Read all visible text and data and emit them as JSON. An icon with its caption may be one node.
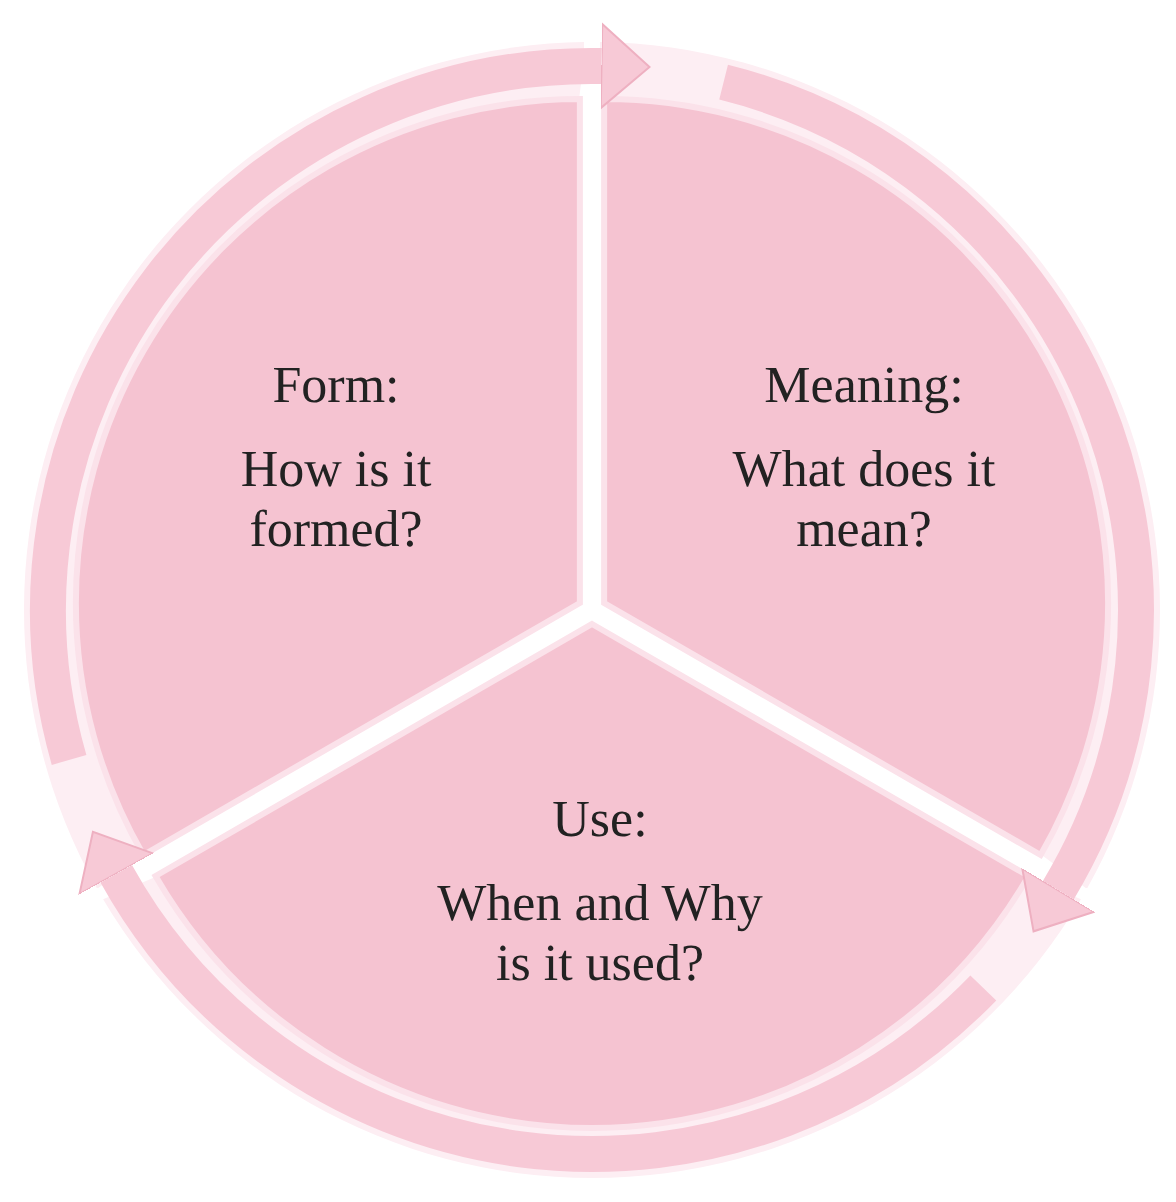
{
  "diagram": {
    "nodes": [
      {
        "text": [
          "Form:",
          "How is it formed?"
        ]
      },
      {
        "text": [
          "Meaning:",
          "What does it mean?"
        ]
      },
      {
        "text": [
          "Use:",
          "When and Why is it used?"
        ]
      }
    ],
    "edges": [
      {
        "from": 0,
        "to": 1,
        "arrow": "to"
      },
      {
        "from": 1,
        "to": 2,
        "arrow": "to"
      },
      {
        "from": 2,
        "to": 0,
        "arrow": "to"
      }
    ]
  }
}
